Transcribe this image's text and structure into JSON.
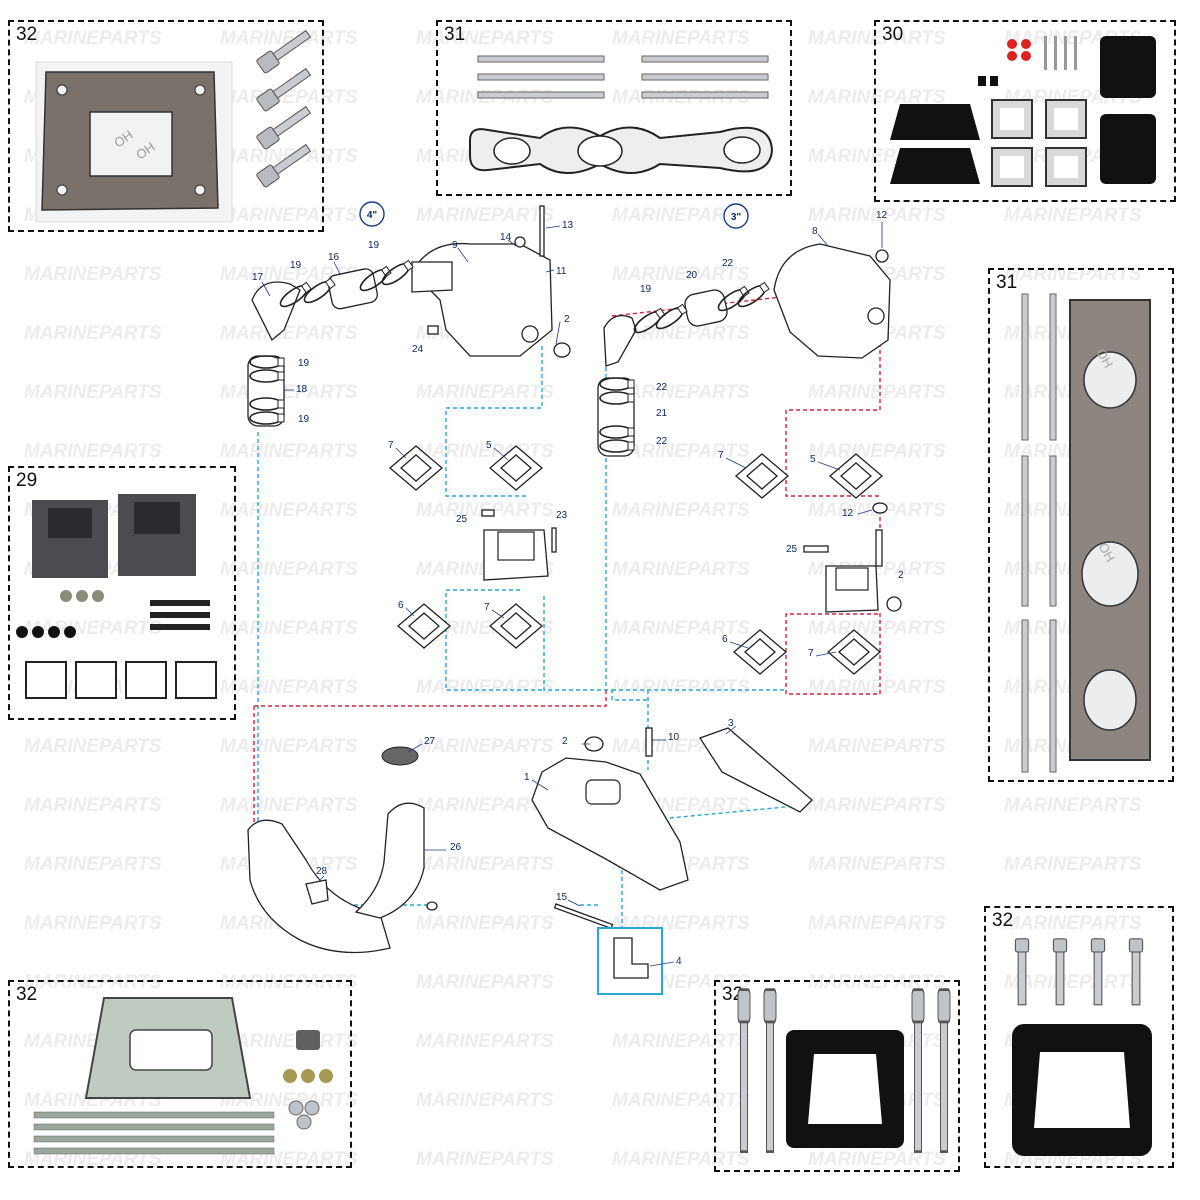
{
  "watermark": "MARINEPARTS",
  "size_badges": [
    "4\"",
    "3\""
  ],
  "kits": [
    {
      "id": "kit-top-left",
      "number": "32"
    },
    {
      "id": "kit-top-center",
      "number": "31"
    },
    {
      "id": "kit-top-right",
      "number": "30"
    },
    {
      "id": "kit-right-tall",
      "number": "31"
    },
    {
      "id": "kit-left-mid",
      "number": "29"
    },
    {
      "id": "kit-bottom-left",
      "number": "32"
    },
    {
      "id": "kit-bottom-center",
      "number": "32"
    },
    {
      "id": "kit-bottom-right",
      "number": "32"
    }
  ],
  "gasket_marking": "OH",
  "callouts": [
    "1",
    "2",
    "3",
    "4",
    "5",
    "6",
    "7",
    "8",
    "9",
    "10",
    "11",
    "12",
    "13",
    "14",
    "15",
    "16",
    "17",
    "18",
    "19",
    "20",
    "21",
    "22",
    "23",
    "24",
    "25",
    "26",
    "27",
    "28"
  ],
  "colors": {
    "blue_path": "#2aa6dc",
    "red_path": "#d6243c",
    "callout_text": "#0b2a66"
  }
}
